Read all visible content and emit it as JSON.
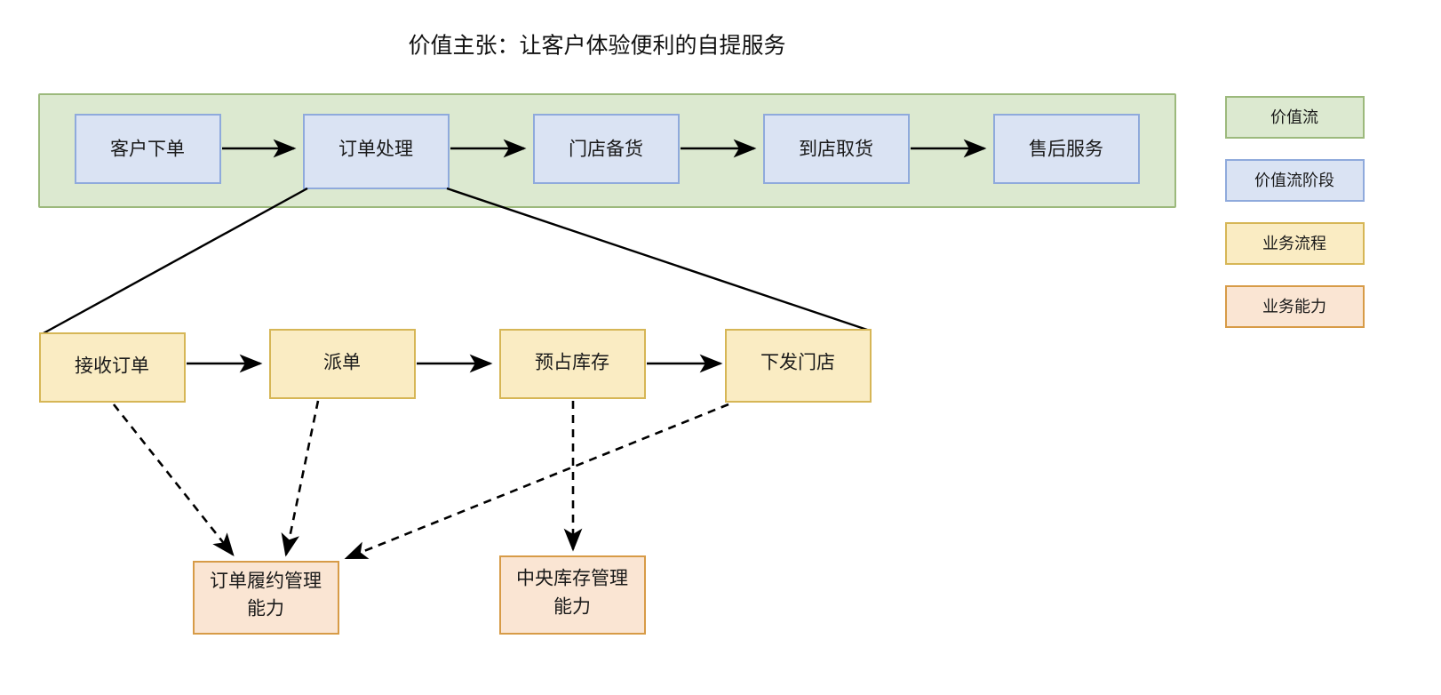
{
  "title": "价值主张：让客户体验便利的自提服务",
  "value_stream": {
    "band_label": "价值流",
    "stages": [
      {
        "label": "客户下单"
      },
      {
        "label": "订单处理"
      },
      {
        "label": "门店备货"
      },
      {
        "label": "到店取货"
      },
      {
        "label": "售后服务"
      }
    ]
  },
  "business_processes": [
    {
      "label": "接收订单"
    },
    {
      "label": "派单"
    },
    {
      "label": "预占库存"
    },
    {
      "label": "下发门店"
    }
  ],
  "business_capabilities": [
    {
      "line1": "订单履约管理",
      "line2": "能力"
    },
    {
      "line1": "中央库存管理",
      "line2": "能力"
    }
  ],
  "legend": {
    "items": [
      {
        "label": "价值流",
        "color": "#dce9d0",
        "border": "#9cb97c"
      },
      {
        "label": "价值流阶段",
        "color": "#dae3f3",
        "border": "#8faadc"
      },
      {
        "label": "业务流程",
        "color": "#faecc3",
        "border": "#d6b656"
      },
      {
        "label": "业务能力",
        "color": "#fae5d3",
        "border": "#d79b47"
      }
    ]
  }
}
